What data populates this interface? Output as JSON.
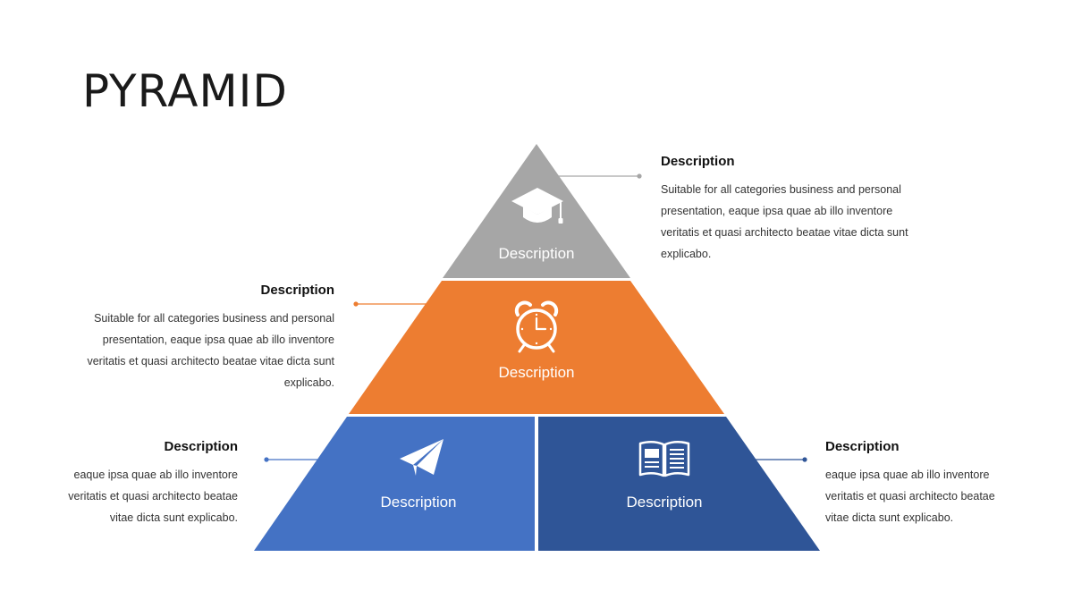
{
  "slide": {
    "title": "PYRAMID"
  },
  "colors": {
    "top": "#A6A6A6",
    "middle": "#ED7D31",
    "bottom_left": "#4472C4",
    "bottom_right": "#2F5597",
    "leader_gray": "#A6A6A6",
    "leader_orange": "#ED7D31",
    "leader_blue": "#4472C4",
    "leader_navy": "#2F5597"
  },
  "pyramid": {
    "top": {
      "label": "Description",
      "icon": "graduation-cap-icon"
    },
    "middle": {
      "label": "Description",
      "icon": "alarm-clock-icon"
    },
    "bottom_left": {
      "label": "Description",
      "icon": "paper-plane-icon"
    },
    "bottom_right": {
      "label": "Description",
      "icon": "open-book-icon"
    }
  },
  "callouts": {
    "top_right": {
      "heading": "Description",
      "body": "Suitable for all categories business and personal presentation, eaque ipsa quae ab illo inventore veritatis et quasi architecto beatae vitae dicta sunt explicabo."
    },
    "middle_left": {
      "heading": "Description",
      "body": "Suitable for all categories business and personal presentation, eaque ipsa quae ab illo inventore veritatis et quasi architecto beatae vitae dicta sunt explicabo."
    },
    "bottom_left": {
      "heading": "Description",
      "body": "eaque ipsa quae ab illo inventore veritatis et quasi architecto beatae vitae dicta sunt explicabo."
    },
    "bottom_right": {
      "heading": "Description",
      "body": "eaque ipsa quae ab illo inventore veritatis et quasi architecto beatae vitae dicta sunt explicabo."
    }
  }
}
